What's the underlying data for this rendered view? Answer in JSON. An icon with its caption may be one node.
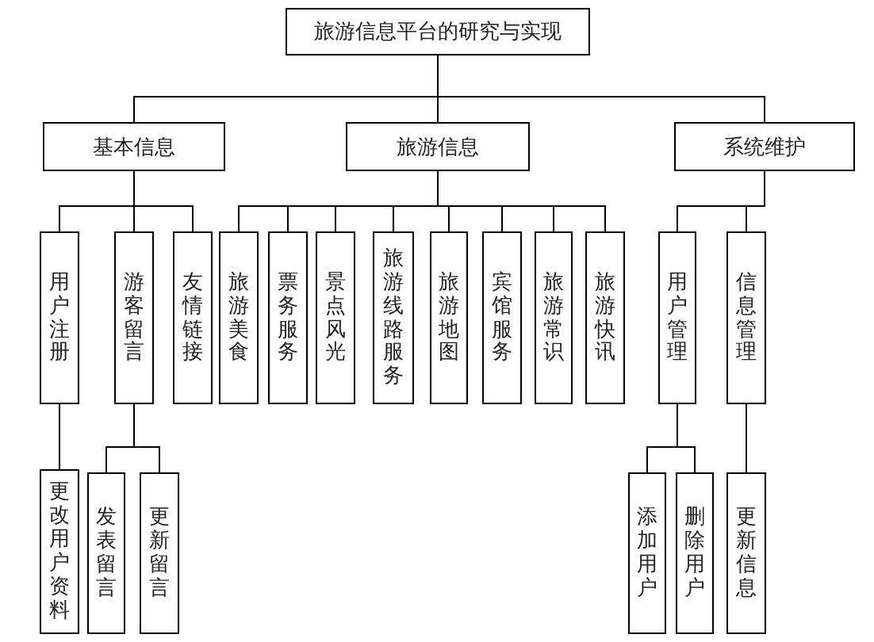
{
  "diagram": {
    "nodes": [
      {
        "text": [
          "旅游信息平台的研究与实现"
        ]
      },
      {
        "text": [
          "基本信息"
        ]
      },
      {
        "text": [
          "旅游信息"
        ]
      },
      {
        "text": [
          "系统维护"
        ]
      },
      {
        "text": [
          "用户注册"
        ]
      },
      {
        "text": [
          "游客留言"
        ]
      },
      {
        "text": [
          "友情链接"
        ]
      },
      {
        "text": [
          "旅游美食"
        ]
      },
      {
        "text": [
          "票务服务"
        ]
      },
      {
        "text": [
          "景点风光"
        ]
      },
      {
        "text": [
          "旅游线路服务"
        ]
      },
      {
        "text": [
          "旅游地图"
        ]
      },
      {
        "text": [
          "宾馆服务"
        ]
      },
      {
        "text": [
          "旅游常识"
        ]
      },
      {
        "text": [
          "旅游快讯"
        ]
      },
      {
        "text": [
          "用户管理"
        ]
      },
      {
        "text": [
          "信息管理"
        ]
      },
      {
        "text": [
          "更改用户资料"
        ]
      },
      {
        "text": [
          "发表留言"
        ]
      },
      {
        "text": [
          "更新留言"
        ]
      },
      {
        "text": [
          "添加用户"
        ]
      },
      {
        "text": [
          "删除用户"
        ]
      },
      {
        "text": [
          "更新信息"
        ]
      }
    ],
    "edges": [
      {
        "from": 0,
        "to": 1,
        "arrow": "none"
      },
      {
        "from": 0,
        "to": 2,
        "arrow": "none"
      },
      {
        "from": 0,
        "to": 3,
        "arrow": "none"
      },
      {
        "from": 1,
        "to": 4,
        "arrow": "none"
      },
      {
        "from": 1,
        "to": 5,
        "arrow": "none"
      },
      {
        "from": 1,
        "to": 6,
        "arrow": "none"
      },
      {
        "from": 2,
        "to": 7,
        "arrow": "none"
      },
      {
        "from": 2,
        "to": 8,
        "arrow": "none"
      },
      {
        "from": 2,
        "to": 9,
        "arrow": "none"
      },
      {
        "from": 2,
        "to": 10,
        "arrow": "none"
      },
      {
        "from": 2,
        "to": 11,
        "arrow": "none"
      },
      {
        "from": 2,
        "to": 12,
        "arrow": "none"
      },
      {
        "from": 2,
        "to": 13,
        "arrow": "none"
      },
      {
        "from": 2,
        "to": 14,
        "arrow": "none"
      },
      {
        "from": 3,
        "to": 15,
        "arrow": "none"
      },
      {
        "from": 3,
        "to": 16,
        "arrow": "none"
      },
      {
        "from": 4,
        "to": 17,
        "arrow": "none"
      },
      {
        "from": 5,
        "to": 18,
        "arrow": "none"
      },
      {
        "from": 5,
        "to": 19,
        "arrow": "none"
      },
      {
        "from": 15,
        "to": 20,
        "arrow": "none"
      },
      {
        "from": 15,
        "to": 21,
        "arrow": "none"
      },
      {
        "from": 16,
        "to": 22,
        "arrow": "none"
      }
    ]
  }
}
